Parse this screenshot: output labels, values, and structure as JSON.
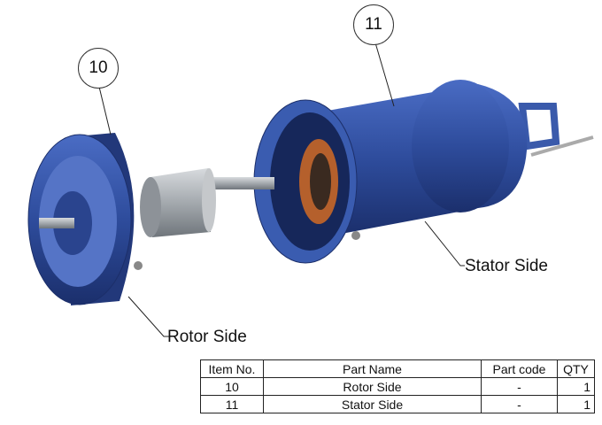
{
  "callouts": {
    "balloon_10": "10",
    "balloon_11": "11",
    "rotor_label": "Rotor Side",
    "stator_label": "Stator Side"
  },
  "colors": {
    "housing": "#2f4f9e",
    "housing_dark": "#1c2f6a",
    "rotor": "#a9aeb3",
    "copper": "#b5602c"
  },
  "parts_table": {
    "headers": [
      "Item No.",
      "Part Name",
      "Part code",
      "QTY"
    ],
    "rows": [
      {
        "item": "10",
        "name": "Rotor Side",
        "code": "-",
        "qty": "1"
      },
      {
        "item": "11",
        "name": "Stator Side",
        "code": "-",
        "qty": "1"
      }
    ]
  }
}
